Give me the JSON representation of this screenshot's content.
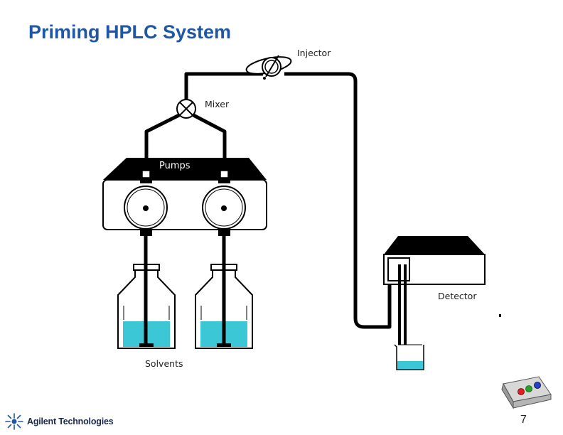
{
  "slide": {
    "title": "Priming HPLC System",
    "page_number": "7"
  },
  "labels": {
    "injector": "Injector",
    "mixer": "Mixer",
    "pumps": "Pumps",
    "detector": "Detector",
    "solvents": "Solvents"
  },
  "footer": {
    "brand": "Agilent Technologies",
    "brand_icon": "agilent-spark-icon",
    "nav_icon": "nav-controller-icon"
  },
  "colors": {
    "title": "#1f57a4",
    "solvent": "#3cc7d6",
    "tubing": "#000000",
    "nav_buttons": [
      "#e02020",
      "#2aa02a",
      "#2244cc"
    ]
  }
}
